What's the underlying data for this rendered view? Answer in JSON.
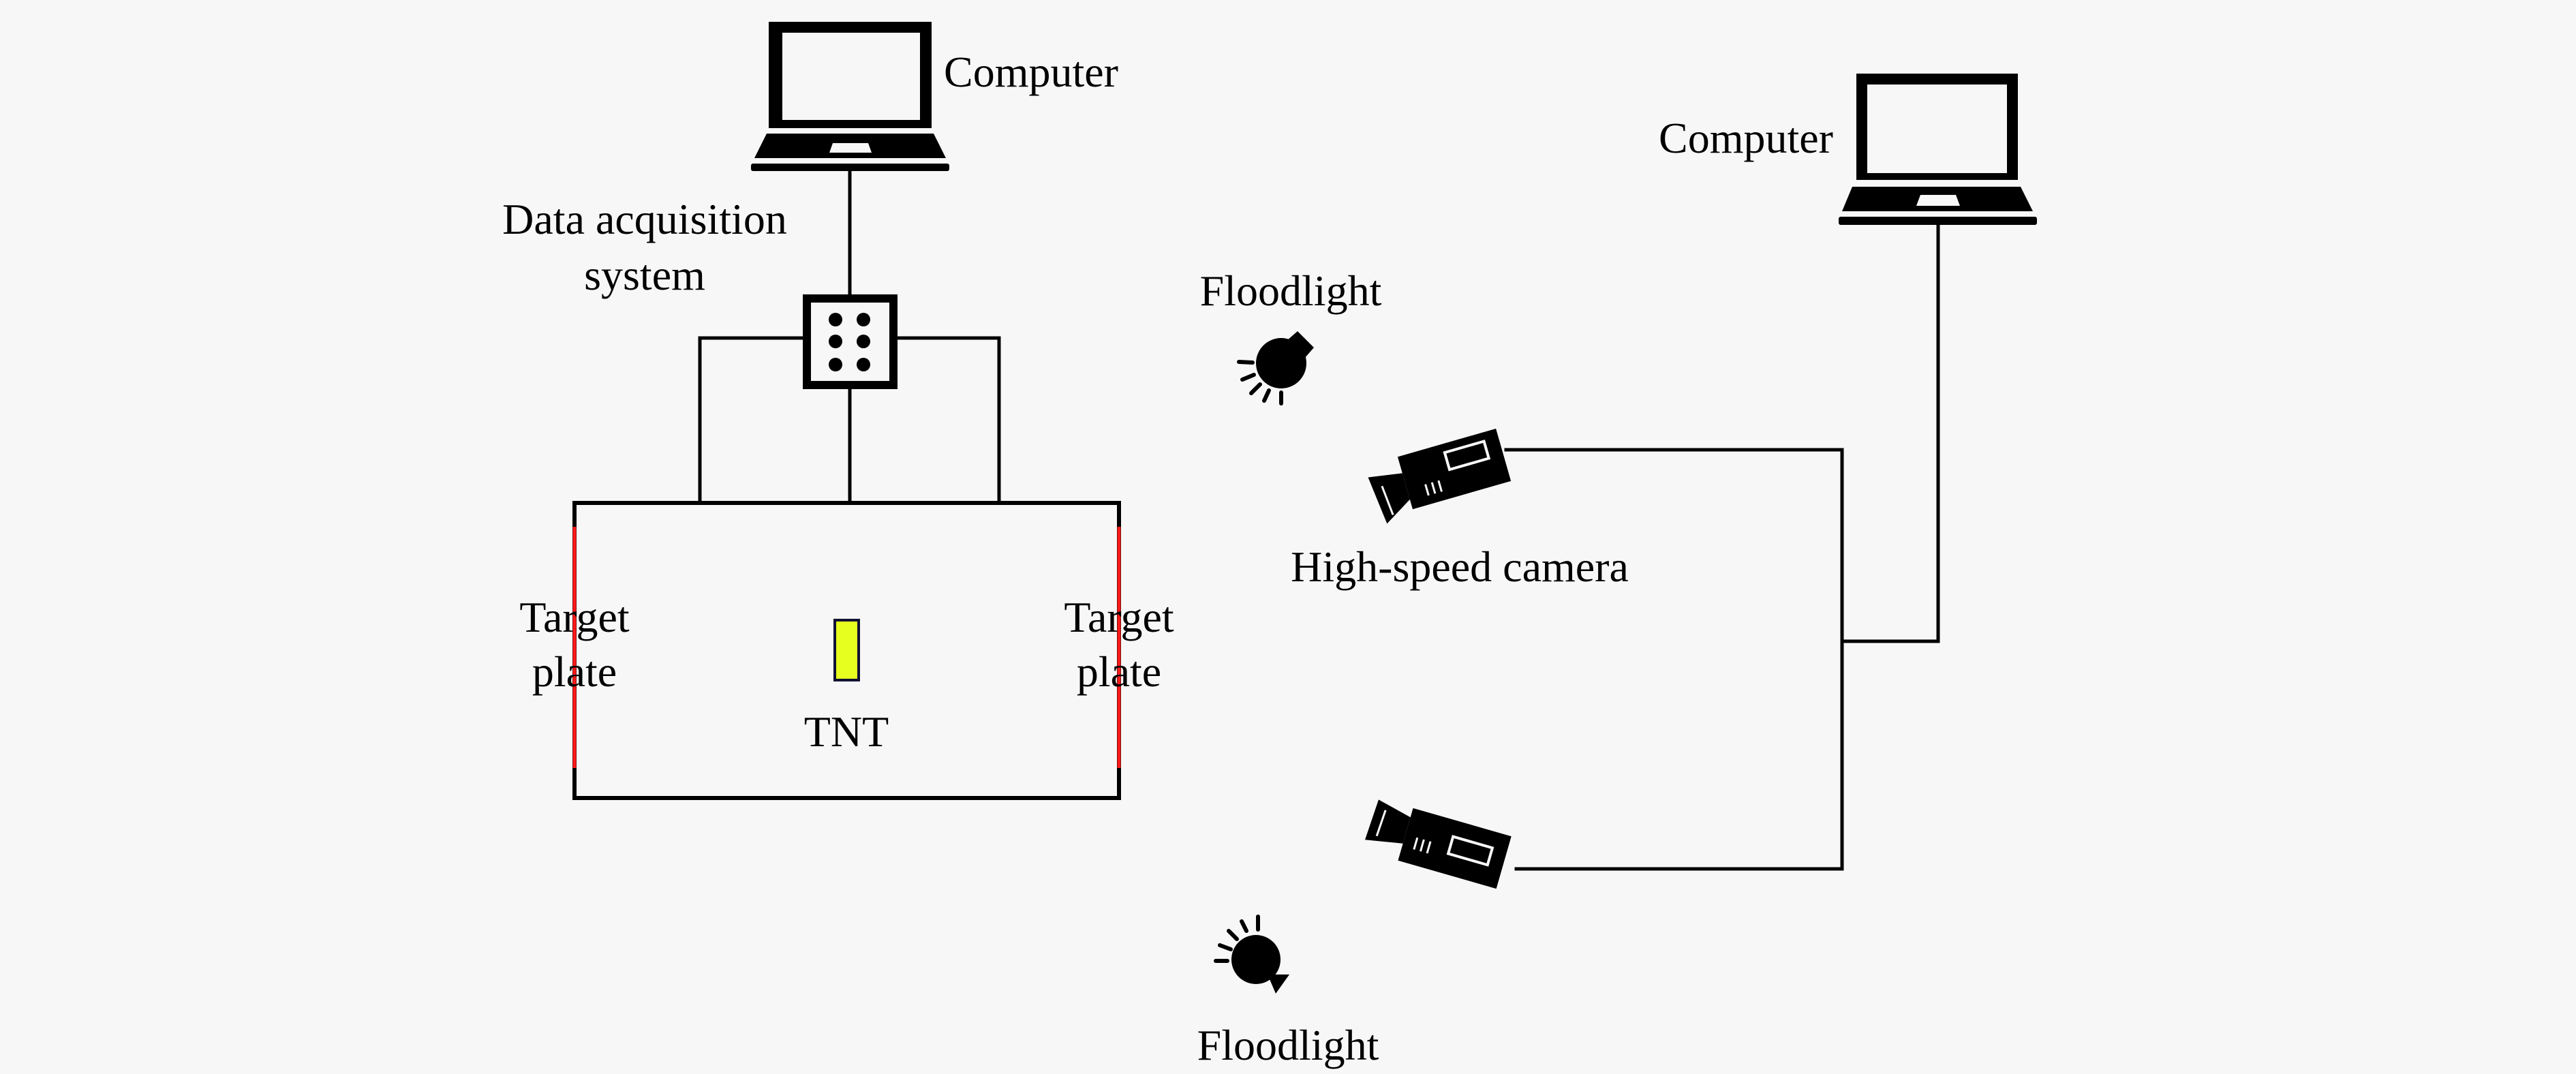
{
  "diagram": {
    "title": "Explosion test setup",
    "labels": {
      "computer_left": "Computer",
      "computer_right": "Computer",
      "daq_line1": "Data acquisition",
      "daq_line2": "system",
      "floodlight_top": "Floodlight",
      "floodlight_bottom": "Floodlight",
      "high_speed_camera": "High-speed camera",
      "target_left_line1": "Target",
      "target_left_line2": "plate",
      "target_right_line1": "Target",
      "target_right_line2": "plate",
      "tnt": "TNT"
    },
    "colors": {
      "background": "#f7f7f7",
      "line": "#000000",
      "target_plate": "#ff1a1a",
      "tnt_fill": "#e6ff1f"
    },
    "nodes": [
      "Computer (data acquisition)",
      "Data acquisition system",
      "Test chamber",
      "Target plate (left)",
      "Target plate (right)",
      "TNT",
      "Floodlight (top)",
      "Floodlight (bottom)",
      "High-speed camera (top)",
      "High-speed camera (bottom)",
      "Computer (camera)"
    ],
    "connections": [
      [
        "Data acquisition system",
        "Computer (data acquisition)"
      ],
      [
        "Data acquisition system",
        "Test chamber"
      ],
      [
        "High-speed camera (top)",
        "Computer (camera)"
      ],
      [
        "High-speed camera (bottom)",
        "Computer (camera)"
      ]
    ]
  }
}
